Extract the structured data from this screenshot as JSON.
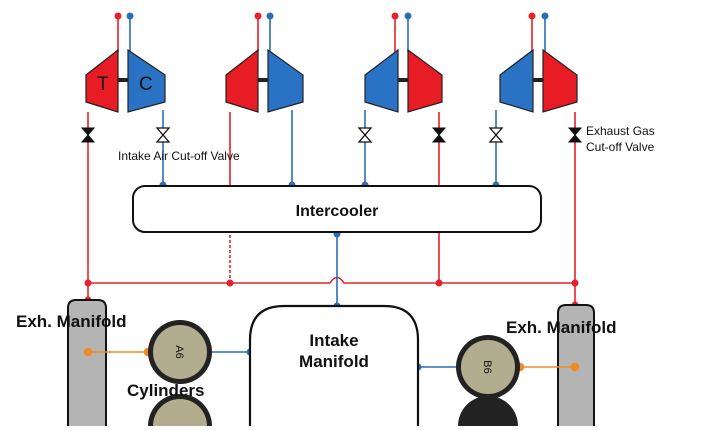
{
  "labels": {
    "intercooler": "Intercooler",
    "intake_manifold_line1": "Intake",
    "intake_manifold_line2": "Manifold",
    "exh_manifold_left": "Exh. Manifold",
    "exh_manifold_right": "Exh. Manifold",
    "cylinders": "Cylinders",
    "intake_valve_label": "Intake Air Cut-off Valve",
    "exhaust_valve_label_line1": "Exhaust Gas",
    "exhaust_valve_label_line2": "Cut-off  Valve",
    "turbine_letter": "T",
    "compressor_letter": "C",
    "cylinder_a6": "A6",
    "cylinder_b6": "B6"
  },
  "colors": {
    "exhaust_line": "#e8202a",
    "intake_line": "#2a6fb5",
    "turbine_fill": "#e81c24",
    "compressor_fill": "#2a72c4",
    "manifold_fill": "#b4b4b4",
    "cylinder_fill": "#b3ad8f",
    "connector": "#f08a28"
  }
}
